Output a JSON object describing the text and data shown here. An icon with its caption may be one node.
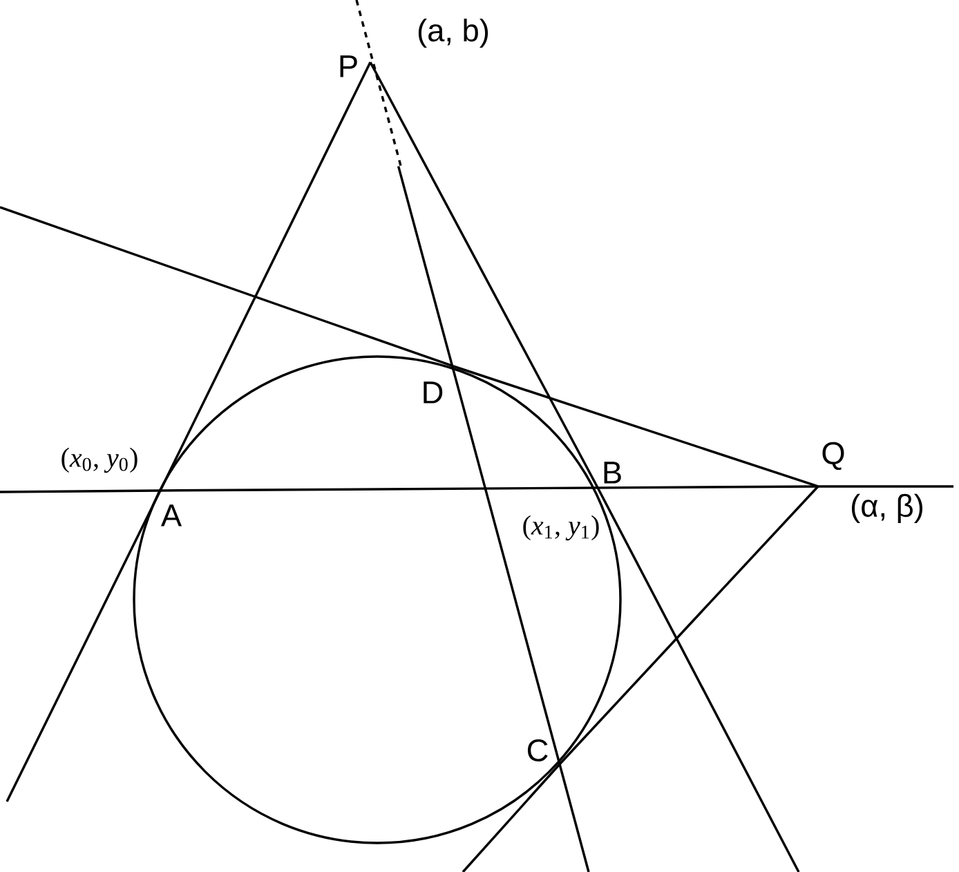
{
  "diagram": {
    "nodes": [
      {
        "text": [
          "P"
        ],
        "beside": [
          "(a, b)"
        ]
      },
      {
        "text": [
          "Q"
        ],
        "beside": [
          "(α, β)"
        ]
      },
      {
        "text": [
          "A"
        ],
        "beside": [
          "(*x*$_{0}$, *y*$_{0}$)"
        ]
      },
      {
        "text": [
          "B"
        ],
        "beside": [
          "(*x*$_{1}$, *y*$_{1}$)"
        ]
      },
      {
        "text": [
          "C"
        ]
      },
      {
        "text": [
          "D"
        ]
      }
    ],
    "edges": [
      {
        "from": 0,
        "to": 2,
        "arrow": "none"
      },
      {
        "from": 0,
        "to": 3,
        "arrow": "none"
      },
      {
        "from": 0,
        "to": 4,
        "arrow": "none"
      },
      {
        "from": 1,
        "to": 5,
        "arrow": "none"
      },
      {
        "from": 1,
        "to": 4,
        "arrow": "none"
      },
      {
        "from": 2,
        "to": 1,
        "arrow": "none"
      }
    ]
  }
}
